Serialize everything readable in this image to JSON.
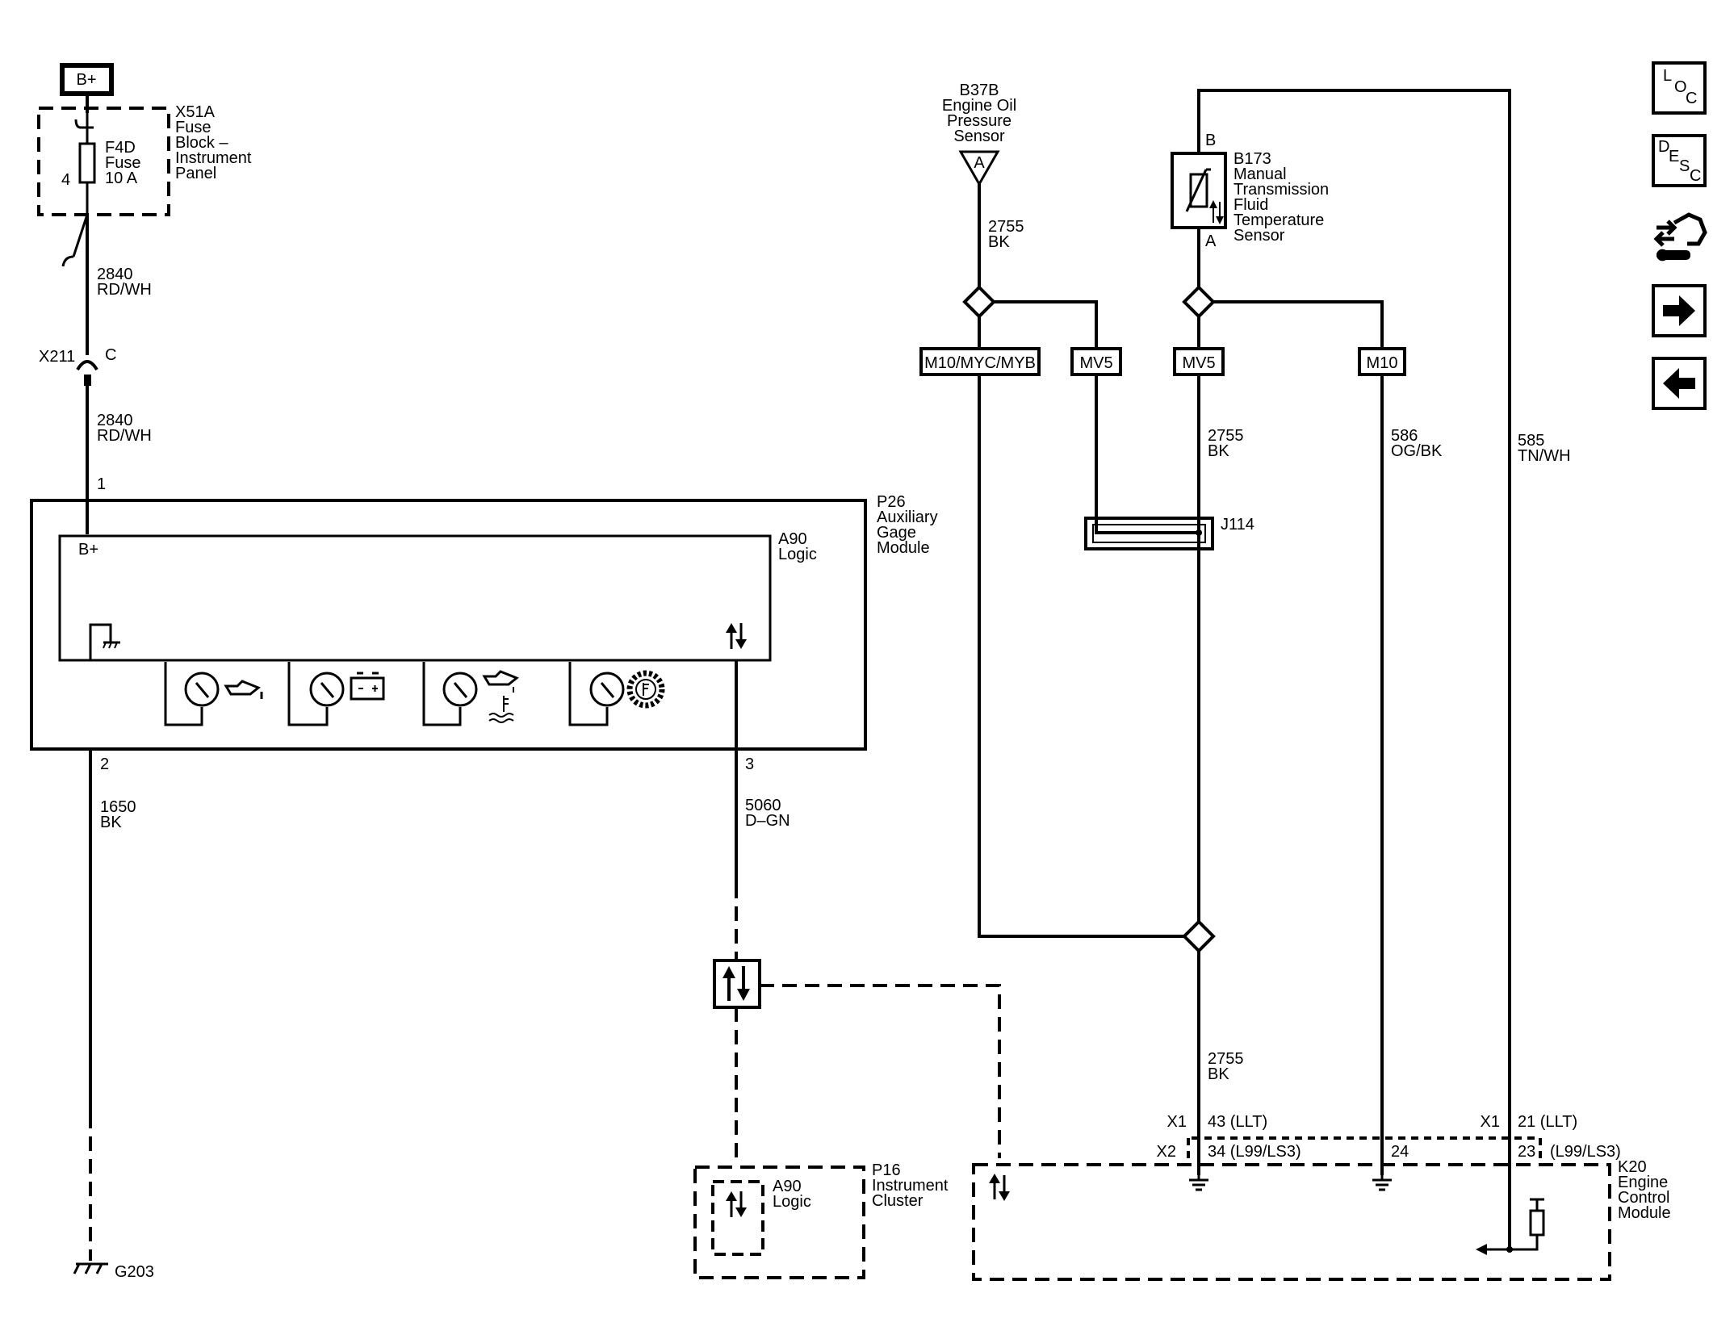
{
  "bplus": "B+",
  "fuse_block": {
    "ref": "X51A",
    "lines": [
      "Fuse",
      "Block –",
      "Instrument",
      "Panel"
    ],
    "pin": "4"
  },
  "fuse": {
    "ref": "F4D",
    "lines": [
      "Fuse",
      "10 A"
    ]
  },
  "wire_2840": {
    "circuit": "2840",
    "color": "RD/WH"
  },
  "connector_x211": {
    "ref": "X211",
    "pin": "C"
  },
  "aux_gage_module": {
    "ref": "P26",
    "lines": [
      "Auxiliary",
      "Gage",
      "Module"
    ],
    "logic_ref": "A90",
    "logic_label": "Logic",
    "bplus": "B+",
    "pin_power": "1",
    "pin_ground": "2",
    "pin_data": "3"
  },
  "wire_1650": {
    "circuit": "1650",
    "color": "BK"
  },
  "ground": {
    "ref": "G203"
  },
  "wire_5060": {
    "circuit": "5060",
    "color": "D–GN"
  },
  "instrument_cluster": {
    "ref": "P16",
    "lines": [
      "Instrument",
      "Cluster"
    ],
    "logic_ref": "A90",
    "logic_label": "Logic"
  },
  "oil_sensor": {
    "ref": "B37B",
    "lines": [
      "Engine Oil",
      "Pressure",
      "Sensor"
    ],
    "pin": "A"
  },
  "wire_2755": {
    "circuit": "2755",
    "color": "BK"
  },
  "trans_sensor": {
    "ref": "B173",
    "lines": [
      "Manual",
      "Transmission",
      "Fluid",
      "Temperature",
      "Sensor"
    ],
    "pin_top": "B",
    "pin_bottom": "A"
  },
  "options": [
    "M10/MYC/MYB",
    "MV5",
    "MV5",
    "M10"
  ],
  "wire_586": {
    "circuit": "586",
    "color": "OG/BK"
  },
  "wire_585": {
    "circuit": "585",
    "color": "TN/WH"
  },
  "splice": {
    "ref": "J114"
  },
  "ecm": {
    "ref": "K20",
    "lines": [
      "Engine",
      "Control",
      "Module"
    ],
    "x1": "X1",
    "x2": "X2",
    "pin_43": "43 (LLT)",
    "pin_34": "34 (L99/LS3)",
    "pin_24": "24",
    "pin_21": "21 (LLT)",
    "pin_23": "23",
    "pin_23_option": "(L99/LS3)"
  },
  "nav": {
    "loc": [
      "L",
      "O",
      "C"
    ],
    "desc": [
      "D",
      "E",
      "S",
      "C"
    ]
  }
}
